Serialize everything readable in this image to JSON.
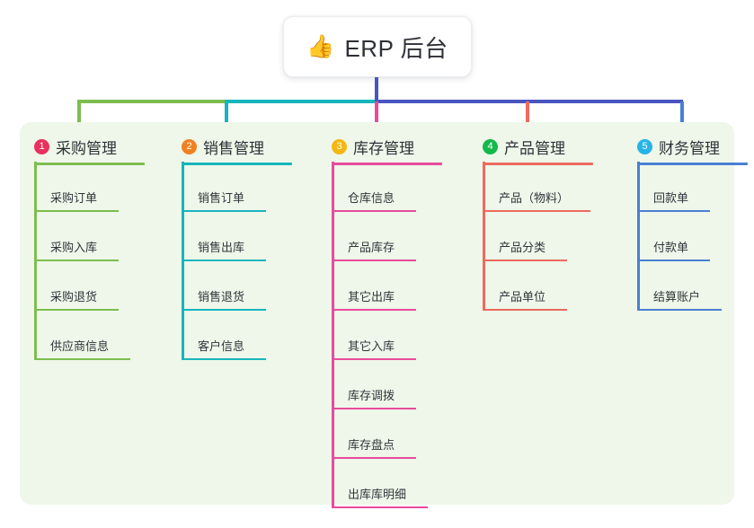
{
  "root": {
    "icon": "thumbs-up-icon",
    "emoji": "👍",
    "title": "ERP 后台"
  },
  "palette": {
    "background": "#ffffff",
    "panel_bg": "#eef7e9",
    "root_stem": "#4a54bf",
    "branch_1": "#7dbd4f",
    "branch_2": "#17b5bc",
    "branch_3": "#e84b9c",
    "branch_4": "#ee6a5e",
    "branch_5": "#4a7fd4",
    "badge_1": "#e8315c",
    "badge_2": "#f28022",
    "badge_3": "#f4b813",
    "badge_4": "#14b84b",
    "badge_5": "#26b3e8",
    "text": "#2e3138"
  },
  "branches": [
    {
      "number": "1",
      "label": "采购管理",
      "color": "#7dbd4f",
      "badge_color": "#e8315c",
      "head_rule_width": 123,
      "children": [
        {
          "label": "采购订单",
          "rule_width": 94
        },
        {
          "label": "采购入库",
          "rule_width": 94
        },
        {
          "label": "采购退货",
          "rule_width": 94
        },
        {
          "label": "供应商信息",
          "rule_width": 107
        }
      ]
    },
    {
      "number": "2",
      "label": "销售管理",
      "color": "#17b5bc",
      "badge_color": "#f28022",
      "head_rule_width": 123,
      "children": [
        {
          "label": "销售订单",
          "rule_width": 94
        },
        {
          "label": "销售出库",
          "rule_width": 94
        },
        {
          "label": "销售退货",
          "rule_width": 94
        },
        {
          "label": "客户信息",
          "rule_width": 94
        }
      ]
    },
    {
      "number": "3",
      "label": "库存管理",
      "color": "#e84b9c",
      "badge_color": "#f4b813",
      "head_rule_width": 123,
      "children": [
        {
          "label": "仓库信息",
          "rule_width": 94
        },
        {
          "label": "产品库存",
          "rule_width": 94
        },
        {
          "label": "其它出库",
          "rule_width": 94
        },
        {
          "label": "其它入库",
          "rule_width": 94
        },
        {
          "label": "库存调拨",
          "rule_width": 94
        },
        {
          "label": "库存盘点",
          "rule_width": 94
        },
        {
          "label": "出库库明细",
          "rule_width": 107
        }
      ]
    },
    {
      "number": "4",
      "label": "产品管理",
      "color": "#ee6a5e",
      "badge_color": "#14b84b",
      "head_rule_width": 123,
      "children": [
        {
          "label": "产品（物料）",
          "rule_width": 120
        },
        {
          "label": "产品分类",
          "rule_width": 94
        },
        {
          "label": "产品单位",
          "rule_width": 94
        }
      ]
    },
    {
      "number": "5",
      "label": "财务管理",
      "color": "#4a7fd4",
      "badge_color": "#26b3e8",
      "head_rule_width": 123,
      "children": [
        {
          "label": "回款单",
          "rule_width": 81
        },
        {
          "label": "付款单",
          "rule_width": 81
        },
        {
          "label": "结算账户",
          "rule_width": 94
        }
      ]
    }
  ]
}
